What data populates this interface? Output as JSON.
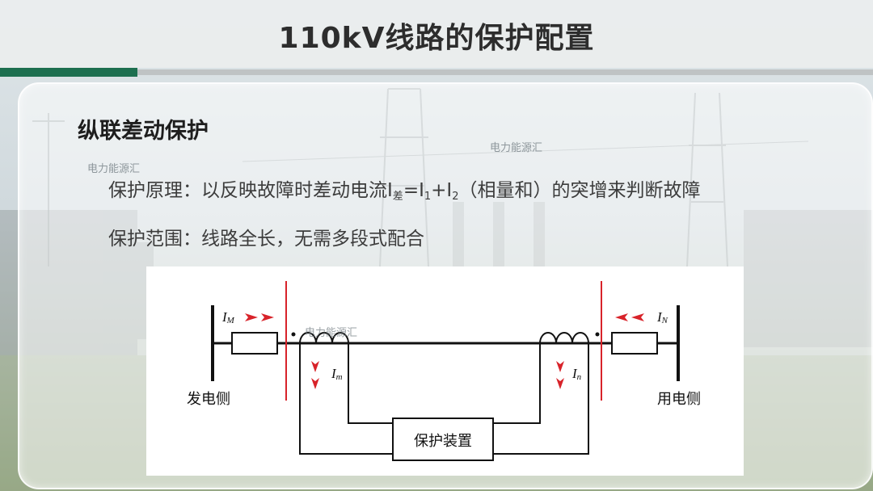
{
  "slide": {
    "title": "110kV线路的保护配置",
    "heading": "纵联差动保护",
    "principle": {
      "label": "保护原理：",
      "text_before": "以反映故障时差动电流I",
      "sub_diff": "差",
      "equals": "=I",
      "sub_1": "1",
      "plus": "+I",
      "sub_2": "2",
      "text_after": "（相量和）的突增来判断故障"
    },
    "range": {
      "label": "保护范围：",
      "text": "线路全长，无需多段式配合"
    }
  },
  "watermarks": [
    "电力能源汇",
    "电力能源汇",
    "电力能源汇"
  ],
  "diagram": {
    "left_current": "I",
    "left_current_sub": "M",
    "right_current": "I",
    "right_current_sub": "N",
    "left_ct_current": "I",
    "left_ct_current_sub": "m",
    "right_ct_current": "I",
    "right_ct_current_sub": "n",
    "left_end_label": "发电侧",
    "right_end_label": "用电侧",
    "device_label": "保护装置"
  },
  "colors": {
    "title_text": "#2d2d2d",
    "accent_green": "#1d6f4f",
    "accent_gray": "#bfc3c4",
    "fault_red": "#d8232a",
    "line_black": "#111111"
  }
}
